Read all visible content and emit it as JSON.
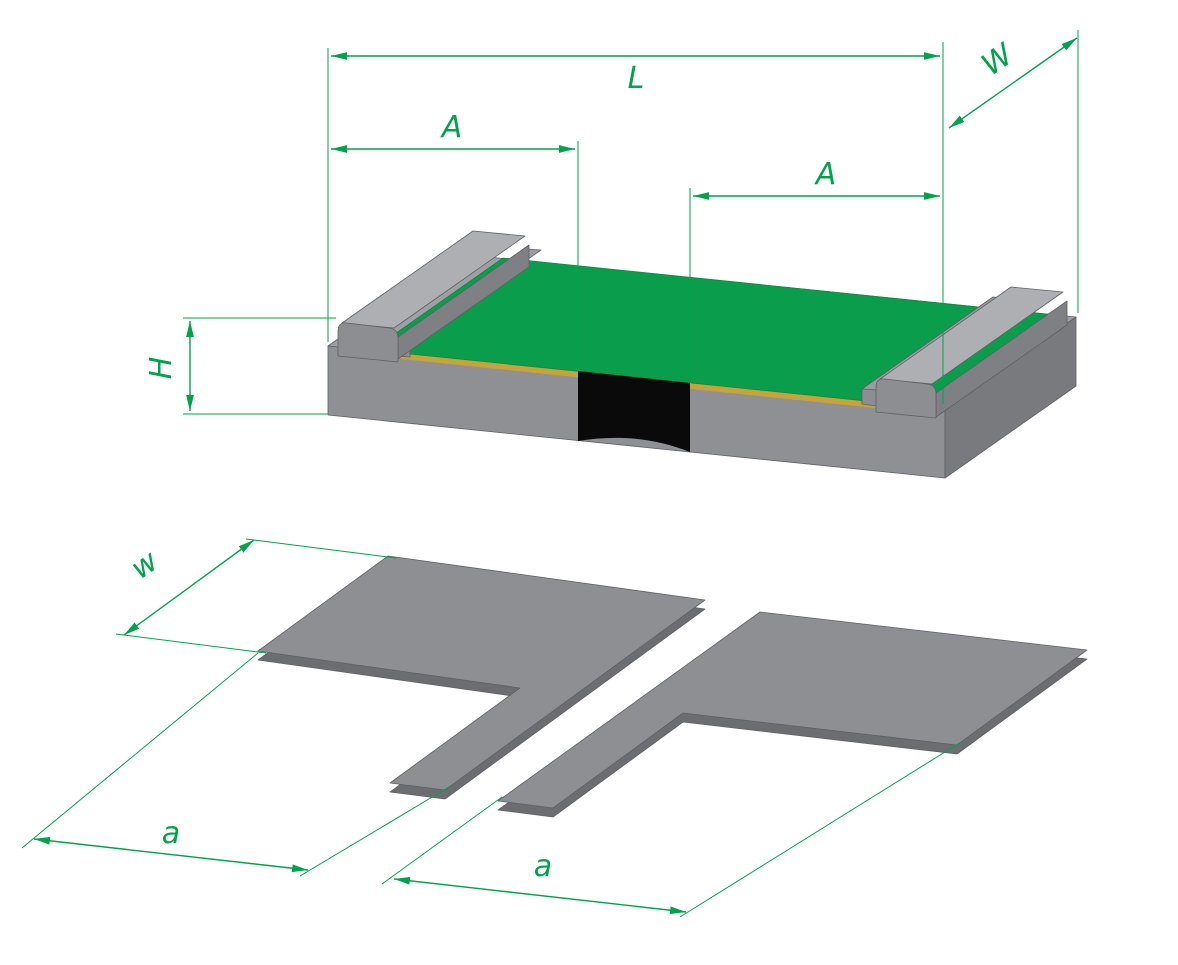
{
  "diagram": {
    "kind": "chip-resistor-dimension-drawing",
    "views": [
      "component-isometric",
      "solder-land-pattern"
    ]
  },
  "labels": {
    "top": {
      "L": "L",
      "W": "W",
      "A_left": "A",
      "A_right": "A",
      "H": "H"
    },
    "bottom": {
      "w": "w",
      "a_left": "a",
      "a_right": "a"
    }
  },
  "colors": {
    "dimension_green": "#00a24c",
    "body_top": "#9fa0a4",
    "body_front": "#8f9094",
    "body_side": "#797a7e",
    "resist_green": "#0a9d4b",
    "resist_green_edge": "#0a8a42",
    "electrode_yellow": "#c7a43a",
    "marking_black": "#0a0a0a",
    "terminal_top": "#aeafb3",
    "terminal_front": "#8d8e92",
    "terminal_side": "#7f8084",
    "terminal_step": "#9b9ca0",
    "pad_top": "#8e8f93",
    "pad_side": "#6c6d71",
    "edge_outline": "#5f6065",
    "background": "#ffffff"
  }
}
